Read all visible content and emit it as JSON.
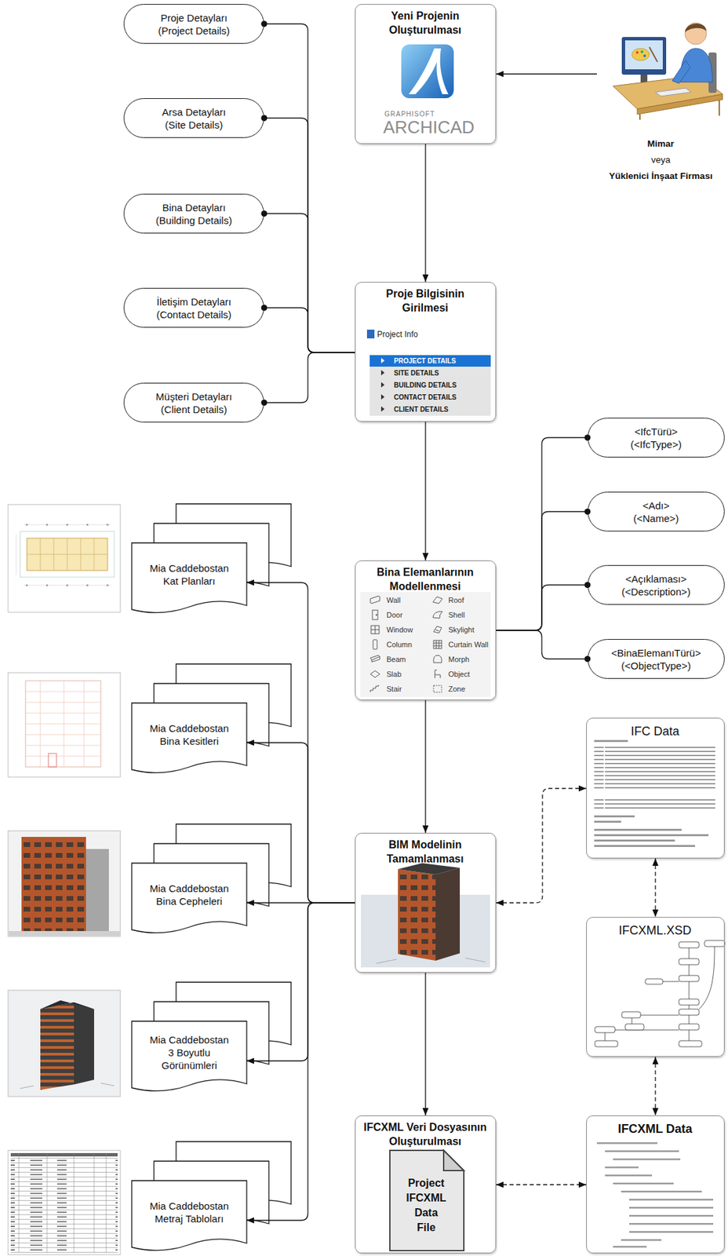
{
  "diagram": {
    "nodes": [
      {
        "text": [
          "Yeni Projenin Oluşturulması",
          "GRAPHISOFT",
          "ARCHICAD"
        ]
      },
      {
        "text": [
          "Mimar",
          "veya",
          "Yüklenici İnşaat Firması"
        ]
      },
      {
        "text": [
          "Proje Detayları",
          "(Project Details)"
        ]
      },
      {
        "text": [
          "Arsa Detayları",
          "(Site Details)"
        ]
      },
      {
        "text": [
          "Bina Detayları",
          "(Building Details)"
        ]
      },
      {
        "text": [
          "İletişim Detayları",
          "(Contact Details)"
        ]
      },
      {
        "text": [
          "Müşteri Detayları",
          "(Client Details)"
        ]
      },
      {
        "text": [
          "Proje Bilgisinin Girilmesi",
          "Project Info",
          "PROJECT DETAILS",
          "SITE DETAILS",
          "BUILDING DETAILS",
          "CONTACT DETAILS",
          "CLIENT DETAILS"
        ]
      },
      {
        "text": [
          "<IfcTürü>",
          "(<IfcType>)"
        ]
      },
      {
        "text": [
          "<Adı>",
          "(<Name>)"
        ]
      },
      {
        "text": [
          "<Açıklaması>",
          "(<Description>)"
        ]
      },
      {
        "text": [
          "<BinaElemanıTürü>",
          "(<ObjectType>)"
        ]
      },
      {
        "text": [
          "Bina Elemanlarının Modellenmesi",
          "Wall",
          "Roof",
          "Door",
          "Shell",
          "Window",
          "Skylight",
          "Column",
          "Curtain Wall",
          "Beam",
          "Morph",
          "Slab",
          "Object",
          "Stair",
          "Zone"
        ]
      },
      {
        "text": [
          "Mia Caddebostan Kat Planları"
        ]
      },
      {
        "text": [
          "Mia Caddebostan Bina Kesitleri"
        ]
      },
      {
        "text": [
          "Mia Caddebostan Bina Cepheleri"
        ]
      },
      {
        "text": [
          "Mia Caddebostan 3 Boyutlu Görünümleri"
        ]
      },
      {
        "text": [
          "Mia Caddebostan Metraj Tabloları"
        ]
      },
      {
        "text": [
          "BIM Modelinin Tamamlanması"
        ]
      },
      {
        "text": [
          "IFC Data"
        ]
      },
      {
        "text": [
          "IFCXML.XSD"
        ]
      },
      {
        "text": [
          "IFCXML Data"
        ]
      },
      {
        "text": [
          "IFCXML Veri Dosyasının Oluşturulması"
        ]
      },
      {
        "text": [
          "Project IFCXML Data File"
        ],
        "in": 22
      }
    ],
    "edges": [
      {
        "from": 1,
        "to": 0,
        "arrow": "to"
      },
      {
        "from": 0,
        "to": 7,
        "arrow": "to"
      },
      {
        "from": 2,
        "to": 7,
        "arrow": "none"
      },
      {
        "from": 3,
        "to": 7,
        "arrow": "none"
      },
      {
        "from": 4,
        "to": 7,
        "arrow": "none"
      },
      {
        "from": 5,
        "to": 7,
        "arrow": "none"
      },
      {
        "from": 6,
        "to": 7,
        "arrow": "none"
      },
      {
        "from": 7,
        "to": 12,
        "arrow": "to"
      },
      {
        "from": 12,
        "to": 8,
        "arrow": "none"
      },
      {
        "from": 12,
        "to": 9,
        "arrow": "none"
      },
      {
        "from": 12,
        "to": 10,
        "arrow": "none"
      },
      {
        "from": 12,
        "to": 11,
        "arrow": "none"
      },
      {
        "from": 12,
        "to": 18,
        "arrow": "to"
      },
      {
        "from": 18,
        "to": 13,
        "arrow": "to"
      },
      {
        "from": 18,
        "to": 14,
        "arrow": "to"
      },
      {
        "from": 18,
        "to": 15,
        "arrow": "to"
      },
      {
        "from": 18,
        "to": 16,
        "arrow": "to"
      },
      {
        "from": 18,
        "to": 17,
        "arrow": "to"
      },
      {
        "from": 18,
        "to": 22,
        "arrow": "to"
      },
      {
        "from": 18,
        "to": 19,
        "arrow": "both"
      },
      {
        "from": 19,
        "to": 20,
        "arrow": "both"
      },
      {
        "from": 20,
        "to": 21,
        "arrow": "both"
      },
      {
        "from": 22,
        "to": 21,
        "arrow": "both"
      }
    ]
  }
}
